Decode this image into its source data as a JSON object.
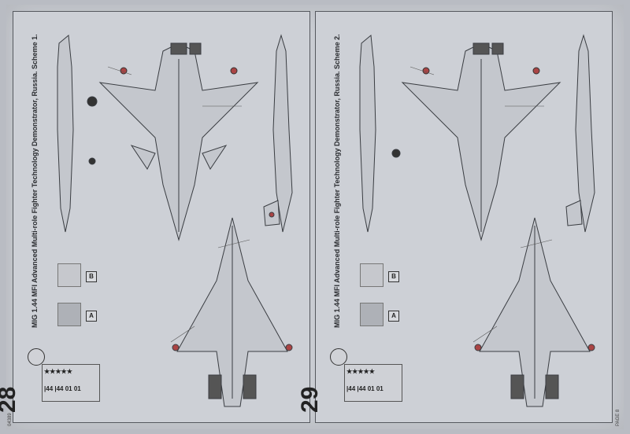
{
  "page": {
    "page_label": "PAGE 8",
    "catalog": "04389"
  },
  "schemes": [
    {
      "number": "28",
      "caption": "MIG 1.44 MFI Advanced Multi-role Fighter Technology Demonstrator, Russia. Scheme 1.",
      "swatch_b": "B",
      "swatch_a": "A",
      "decal_row1": "★★★★★",
      "decal_row2": "|44 |44 01 01"
    },
    {
      "number": "29",
      "caption": "MIG 1.44 MFI Advanced Multi-role Fighter Technology Demonstrator, Russia. Scheme 2.",
      "swatch_b": "B",
      "swatch_a": "A",
      "decal_row1": "★★★★★",
      "decal_row2": "|44 |44 01 01"
    }
  ],
  "colors": {
    "sheet": "#c9ccd2",
    "line": "#3a3d42",
    "panel": "#cdd0d6"
  }
}
